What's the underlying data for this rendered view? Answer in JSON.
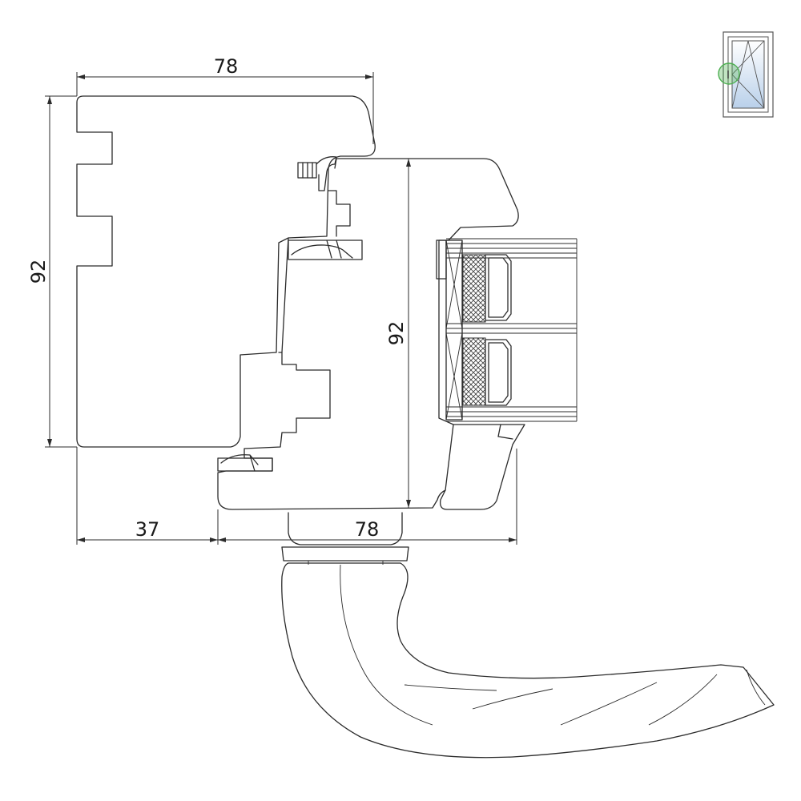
{
  "dimensions": {
    "frame_width": "78",
    "frame_height": "92",
    "sash_height": "92",
    "bottom_left_width": "37",
    "bottom_right_width": "78"
  },
  "colors": {
    "line": "#2b2b2b",
    "glass_fill": "#cfe0f0",
    "highlight_circle": "#4caf50",
    "gasket_hatch": "#3a3a3a"
  },
  "icons": {
    "window_thumbnail": "tilt-turn-window-icon"
  }
}
